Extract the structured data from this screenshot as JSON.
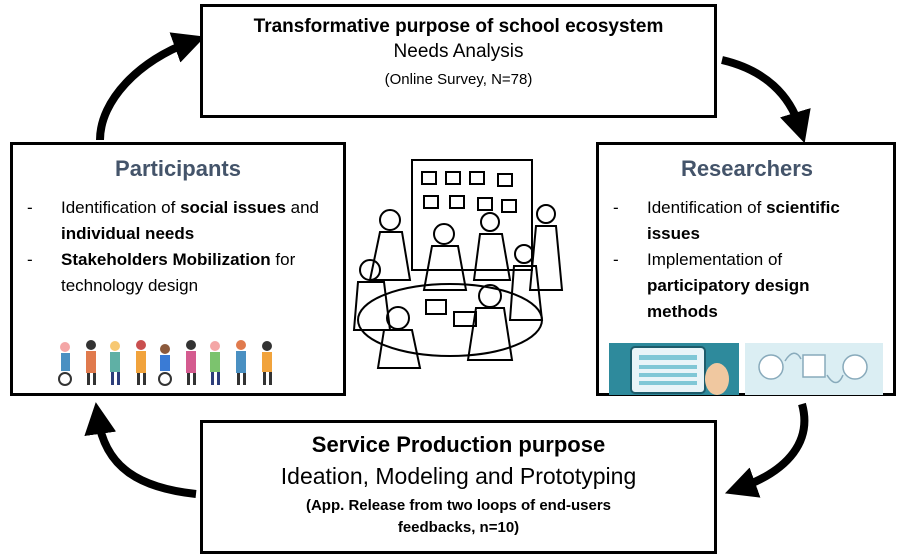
{
  "top": {
    "title": "Transformative purpose of school ecosystem",
    "subtitle": "Needs Analysis",
    "note": "(Online Survey, N=78)"
  },
  "left": {
    "title": "Participants",
    "items": [
      {
        "pre": "Identification of ",
        "b1": "social issues",
        "mid": " and ",
        "b2": "individual needs",
        "post": ""
      },
      {
        "pre": "",
        "b1": "Stakeholders Mobilization",
        "mid": " for technology design",
        "b2": "",
        "post": ""
      }
    ]
  },
  "right": {
    "title": "Researchers",
    "items": [
      {
        "pre": "Identification of ",
        "b1": "scientific issues",
        "mid": "",
        "b2": "",
        "post": ""
      },
      {
        "pre": "Implementation of ",
        "b1": "participatory design methods",
        "mid": "",
        "b2": "",
        "post": ""
      }
    ]
  },
  "bottom": {
    "title": "Service Production purpose",
    "subtitle": "Ideation, Modeling and Prototyping",
    "note": "(App. Release from two loops of end-users feedbacks, n=10)"
  },
  "colors": {
    "side_title": "#44546a",
    "border": "#000000"
  }
}
